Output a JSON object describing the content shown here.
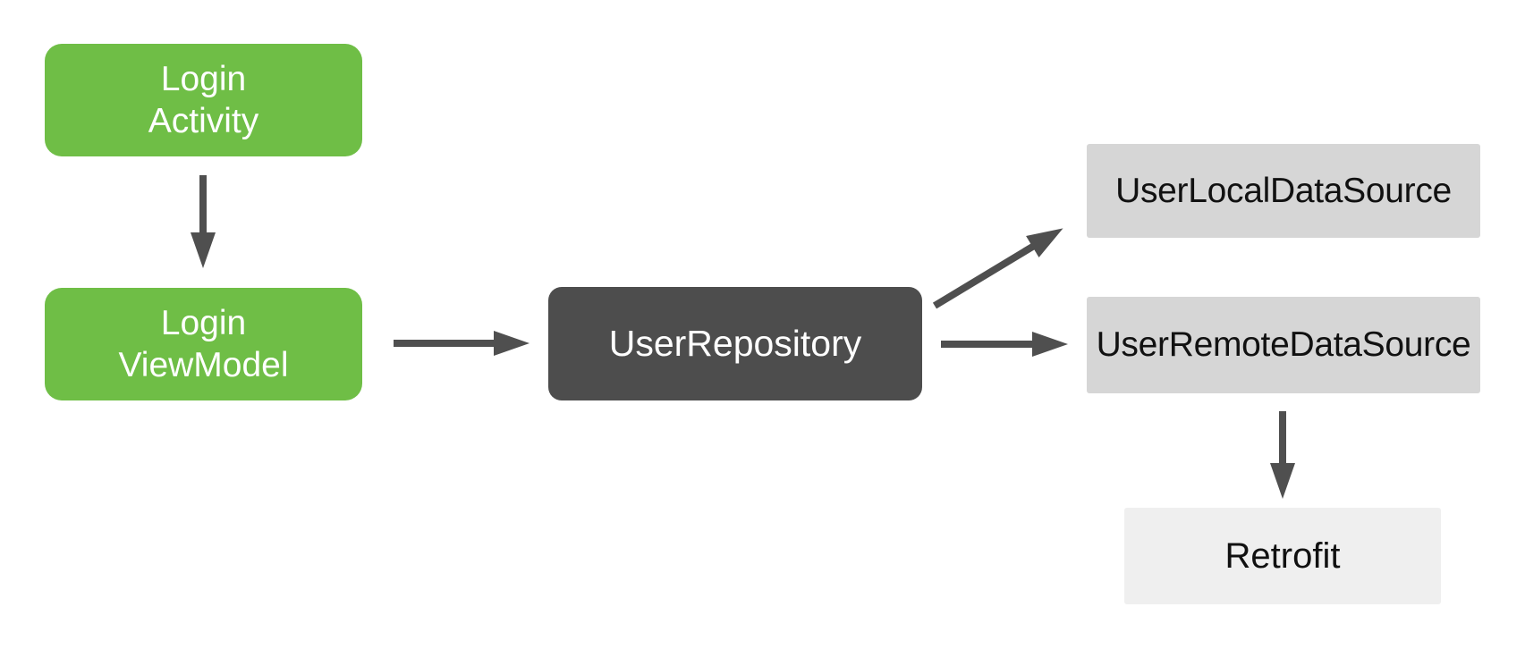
{
  "diagram": {
    "type": "architecture-flow",
    "colors": {
      "background": "#ffffff",
      "green_node": "#6fbe46",
      "dark_node": "#4d4d4d",
      "gray_node": "#d6d6d6",
      "light_gray_node": "#efefef",
      "arrow": "#4f4f4f",
      "text_on_color": "#ffffff",
      "text_dark": "#111111"
    },
    "nodes": {
      "login_activity": {
        "line1": "Login",
        "line2": "Activity"
      },
      "login_viewmodel": {
        "line1": "Login",
        "line2": "ViewModel"
      },
      "user_repository": {
        "label": "UserRepository"
      },
      "user_local_data_source": {
        "label": "UserLocalDataSource"
      },
      "user_remote_data_source": {
        "label": "UserRemoteDataSource"
      },
      "retrofit": {
        "label": "Retrofit"
      }
    },
    "edges": [
      {
        "from": "LoginActivity",
        "to": "LoginViewModel",
        "direction": "down"
      },
      {
        "from": "LoginViewModel",
        "to": "UserRepository",
        "direction": "right"
      },
      {
        "from": "UserRepository",
        "to": "UserLocalDataSource",
        "direction": "up-right"
      },
      {
        "from": "UserRepository",
        "to": "UserRemoteDataSource",
        "direction": "right"
      },
      {
        "from": "UserRemoteDataSource",
        "to": "Retrofit",
        "direction": "down"
      }
    ]
  }
}
